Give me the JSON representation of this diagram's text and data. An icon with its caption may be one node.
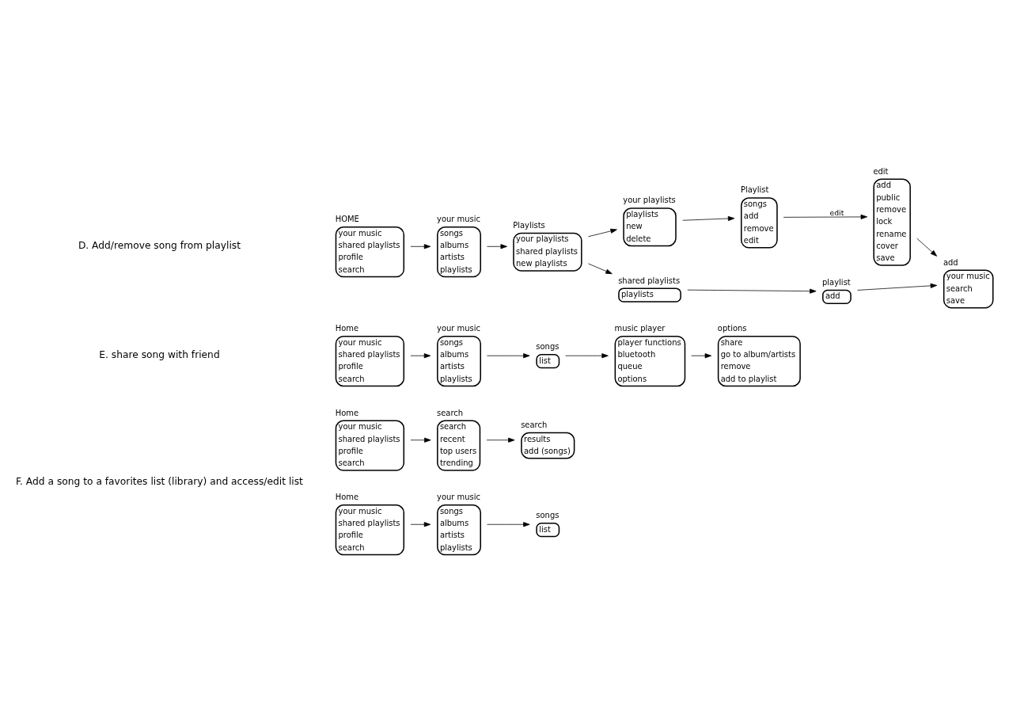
{
  "diagram": {
    "nodes": [
      {
        "text": [
          "HOME",
          "your music",
          "shared playlists",
          "profile",
          "search"
        ]
      },
      {
        "text": [
          "your music",
          "songs",
          "albums",
          "artists",
          "playlists"
        ]
      },
      {
        "text": [
          "Playlists",
          "your playlists",
          "shared playlists",
          "new playlists"
        ]
      },
      {
        "text": [
          "your playlists",
          "playlists",
          "new",
          "delete"
        ]
      },
      {
        "text": [
          "Playlist",
          "songs",
          "add",
          "remove",
          "edit"
        ]
      },
      {
        "text": [
          "edit",
          "add",
          "public",
          "remove",
          "lock",
          "rename",
          "cover",
          "save"
        ]
      },
      {
        "text": [
          "add",
          "your music",
          "search",
          "save"
        ]
      },
      {
        "text": [
          "shared playlists",
          "playlists"
        ]
      },
      {
        "text": [
          "playlist",
          "add"
        ]
      },
      {
        "text": [
          "Home",
          "your music",
          "shared playlists",
          "profile",
          "search"
        ]
      },
      {
        "text": [
          "your music",
          "songs",
          "albums",
          "artists",
          "playlists"
        ]
      },
      {
        "text": [
          "songs",
          "list"
        ]
      },
      {
        "text": [
          "music player",
          "player functions",
          "bluetooth",
          "queue",
          "options"
        ]
      },
      {
        "text": [
          "options",
          "share",
          "go to album/artists",
          "remove",
          "add to playlist"
        ]
      },
      {
        "text": [
          "Home",
          "your music",
          "shared playlists",
          "profile",
          "search"
        ]
      },
      {
        "text": [
          "search",
          "search",
          "recent",
          "top users",
          "trending"
        ]
      },
      {
        "text": [
          "search",
          "results",
          "add (songs)"
        ]
      },
      {
        "text": [
          "Home",
          "your music",
          "shared playlists",
          "profile",
          "search"
        ]
      },
      {
        "text": [
          "your music",
          "songs",
          "albums",
          "artists",
          "playlists"
        ]
      },
      {
        "text": [
          "songs",
          "list"
        ]
      }
    ],
    "edges": [
      {
        "from": 0,
        "to": 1,
        "arrow": "to"
      },
      {
        "from": 1,
        "to": 2,
        "arrow": "to"
      },
      {
        "from": 2,
        "to": 3,
        "arrow": "to"
      },
      {
        "from": 3,
        "to": 4,
        "arrow": "to"
      },
      {
        "from": 4,
        "to": 5,
        "arrow": "to",
        "label": "edit"
      },
      {
        "from": 5,
        "to": 6,
        "arrow": "to"
      },
      {
        "from": 2,
        "to": 7,
        "arrow": "to"
      },
      {
        "from": 7,
        "to": 8,
        "arrow": "to"
      },
      {
        "from": 8,
        "to": 6,
        "arrow": "to"
      },
      {
        "from": 9,
        "to": 10,
        "arrow": "to"
      },
      {
        "from": 10,
        "to": 11,
        "arrow": "to"
      },
      {
        "from": 11,
        "to": 12,
        "arrow": "to"
      },
      {
        "from": 12,
        "to": 13,
        "arrow": "to"
      },
      {
        "from": 14,
        "to": 15,
        "arrow": "to"
      },
      {
        "from": 15,
        "to": 16,
        "arrow": "to"
      },
      {
        "from": 17,
        "to": 18,
        "arrow": "to"
      },
      {
        "from": 18,
        "to": 19,
        "arrow": "to"
      }
    ],
    "labels": [
      "D. Add/remove song from playlist",
      "E. share song with friend",
      "F. Add a song to a favorites list (library) and access/edit list"
    ]
  }
}
